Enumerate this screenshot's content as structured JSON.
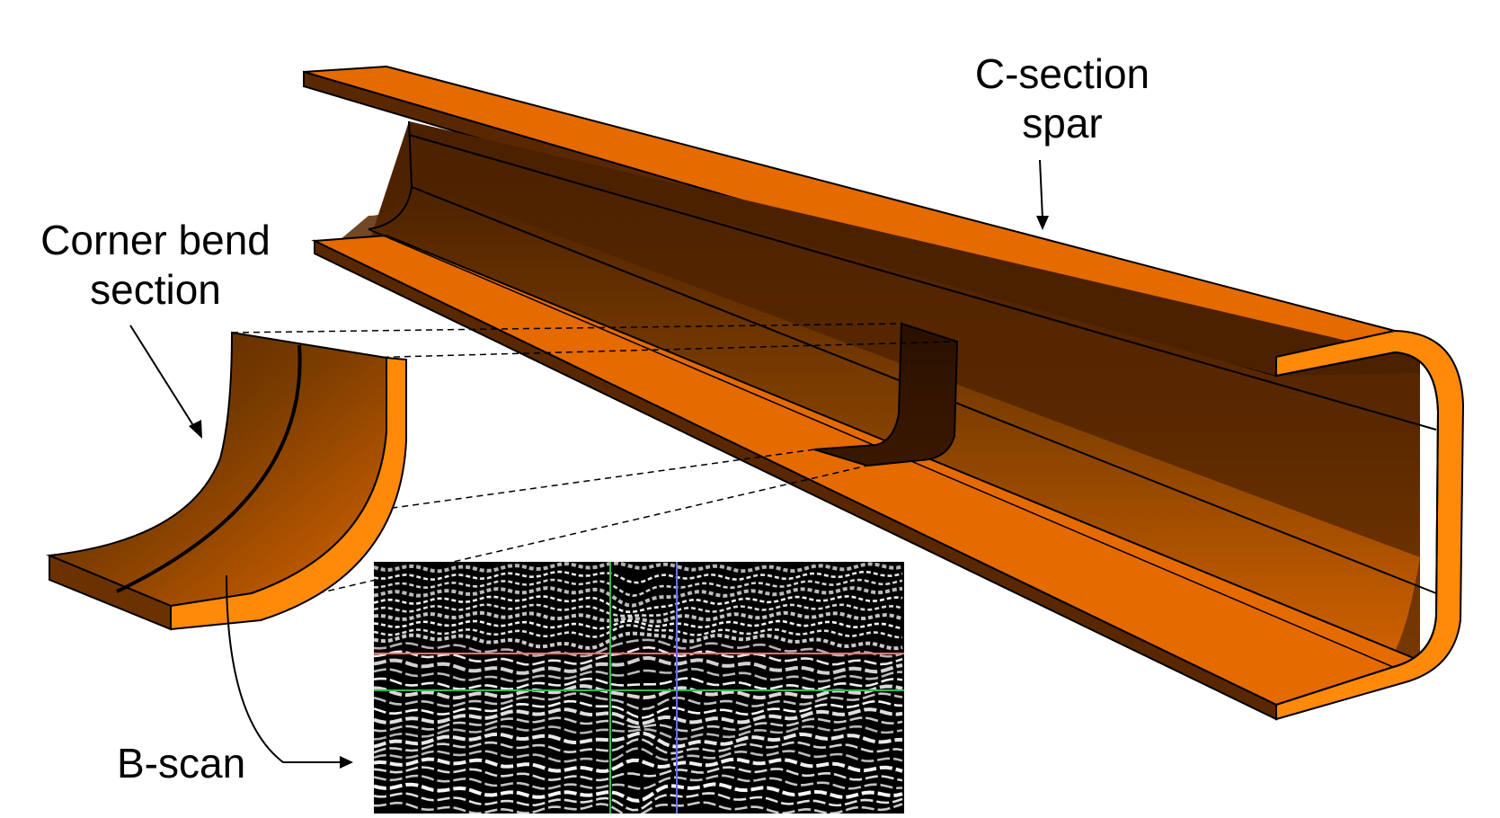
{
  "labels": {
    "spar_line1": "C-section",
    "spar_line2": "spar",
    "corner_line1": "Corner bend",
    "corner_line2": "section",
    "bscan": "B-scan"
  },
  "colors": {
    "flange_top": "#E56A00",
    "flange_edge": "#FF8A0A",
    "web_inner": "#4B2100",
    "web_mid": "#6B3200",
    "outline": "#000000",
    "bscan_bg": "#000000",
    "bscan_band": "#FFFFFF",
    "bscan_line_red": "#FF7070",
    "bscan_line_green": "#39B54A",
    "bscan_line_blue": "#6A6AFF"
  }
}
